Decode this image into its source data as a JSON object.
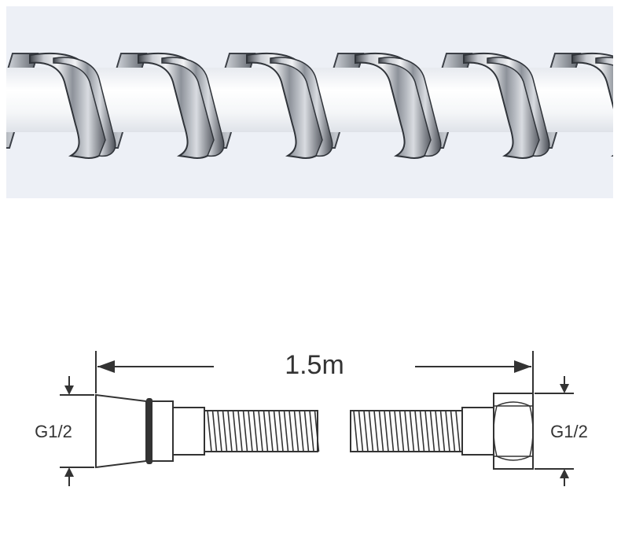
{
  "photo": {
    "background_color": "#edf0f6",
    "tube_color": "#f4f5f7",
    "metal_light": "#f2f3f5",
    "metal_dark": "#3c4047",
    "metal_mid": "#8d929a"
  },
  "diagram": {
    "length_label": "1.5m",
    "left_thread_label": "G1/2",
    "right_thread_label": "G1/2",
    "line_color": "#333333"
  }
}
